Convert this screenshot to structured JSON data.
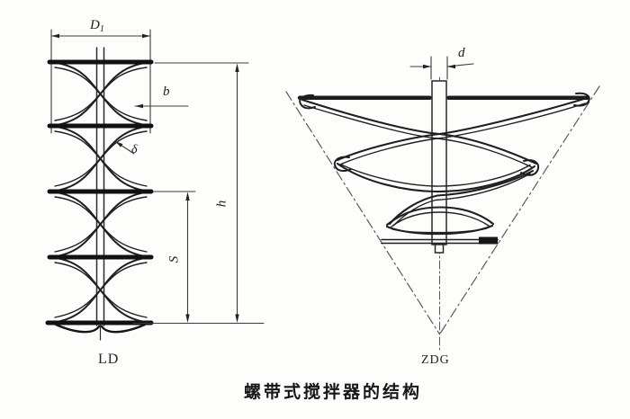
{
  "caption": "螺带式搅拌器的结构",
  "left_diagram": {
    "label": "LD",
    "type_note": "cylindrical helical ribbon impeller",
    "dimensions": {
      "diameter_base": "D",
      "diameter_sub": "1",
      "ribbon_width": "b",
      "ribbon_thickness": "δ",
      "pitch": "S",
      "height": "h"
    }
  },
  "right_diagram": {
    "label": "ZDG",
    "type_note": "conical helical ribbon impeller",
    "dimensions": {
      "shaft_diameter": "d"
    }
  },
  "colors": {
    "line": "#1f1f1f",
    "dimension_line": "#3a3a3a",
    "construction_line": "#5a5a5a",
    "background": "#fdfdfc"
  }
}
